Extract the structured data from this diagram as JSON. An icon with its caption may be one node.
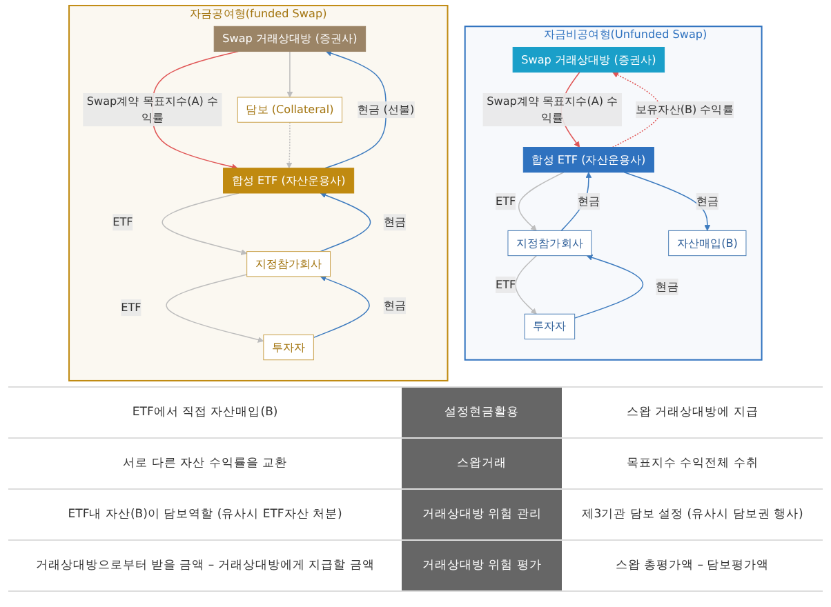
{
  "diagram": {
    "nodes": [
      {
        "text": [
          "자금비공여형(Unfunded Swap)"
        ]
      },
      {
        "text": [
          "Swap 거래상대방 (증권사)"
        ],
        "in": 0
      },
      {
        "text": [
          "투자자"
        ],
        "in": 0
      },
      {
        "text": [
          "지정참가회사"
        ],
        "in": 0
      },
      {
        "text": [
          "합성 ETF (자산운용사)"
        ],
        "in": 0
      },
      {
        "text": [
          "자산매입(B)"
        ],
        "in": 0
      },
      {
        "text": [
          "자금공여형(funded Swap)"
        ]
      },
      {
        "text": [
          "Swap 거래상대방 (증권사)"
        ],
        "in": 6
      },
      {
        "text": [
          "투자자"
        ],
        "in": 6
      },
      {
        "text": [
          "지정참가회사"
        ],
        "in": 6
      },
      {
        "text": [
          "합성 ETF (자산운용사)"
        ],
        "in": 6
      },
      {
        "text": [
          "담보 (Collateral)"
        ],
        "in": 6
      }
    ],
    "edges": [
      {
        "from": 2,
        "to": 3,
        "arrow": "to",
        "label": "현금",
        "color": "#3d7bbf"
      },
      {
        "from": 3,
        "to": 2,
        "arrow": "to",
        "label": "ETF",
        "color": "#bdbdbd"
      },
      {
        "from": 1,
        "to": 4,
        "arrow": "to",
        "label": "Swap계약 목표지수(A) 수익률",
        "color": "#e05555"
      },
      {
        "from": 4,
        "to": 1,
        "arrow": "to",
        "label": "보유자산(B) 수익률",
        "style": "dashed",
        "color": "#e05555"
      },
      {
        "from": 4,
        "to": 3,
        "arrow": "to",
        "label": "ETF",
        "color": "#bdbdbd"
      },
      {
        "from": 3,
        "to": 4,
        "arrow": "to",
        "label": "현금",
        "color": "#3d7bbf"
      },
      {
        "from": 4,
        "to": 5,
        "arrow": "to",
        "label": "현금",
        "color": "#3d7bbf"
      },
      {
        "from": 8,
        "to": 9,
        "arrow": "to",
        "label": "현금",
        "color": "#3d7bbf"
      },
      {
        "from": 9,
        "to": 8,
        "arrow": "to",
        "label": "ETF",
        "color": "#bdbdbd"
      },
      {
        "from": 7,
        "to": 10,
        "arrow": "to",
        "label": "Swap계약 목표지수(A) 수익률",
        "color": "#e05555"
      },
      {
        "from": 10,
        "to": 7,
        "arrow": "to",
        "label": "현금 (선불)",
        "color": "#3d7bbf"
      },
      {
        "from": 10,
        "to": 9,
        "arrow": "to",
        "label": "ETF",
        "color": "#bdbdbd"
      },
      {
        "from": 9,
        "to": 10,
        "arrow": "to",
        "label": "현금",
        "color": "#3d7bbf"
      },
      {
        "from": 11,
        "to": 10,
        "arrow": "to",
        "style": "dashed",
        "color": "#bdbdbd"
      },
      {
        "from": 7,
        "to": 11,
        "arrow": "to",
        "color": "#bdbdbd"
      }
    ],
    "labels": [
      "ETF에서 직접 자산매입(B)",
      "설정현금활용",
      "스왑 거래상대방에 지급",
      "서로 다른 자산 수익률을 교환",
      "스왑거래",
      "목표지수 수익전체 수취",
      "ETF내 자산(B)이 담보역할 (유사시 ETF자산 처분)",
      "거래상대방 위험 관리",
      "제3기관 담보 설정 (유사시 담보권 행사)",
      "거래상대방으로부터 받을 금액 – 거래상대방에게 지급할 금액",
      "거래상대방 위험 평가",
      "스왑 총평가액 – 담보평가액"
    ]
  }
}
